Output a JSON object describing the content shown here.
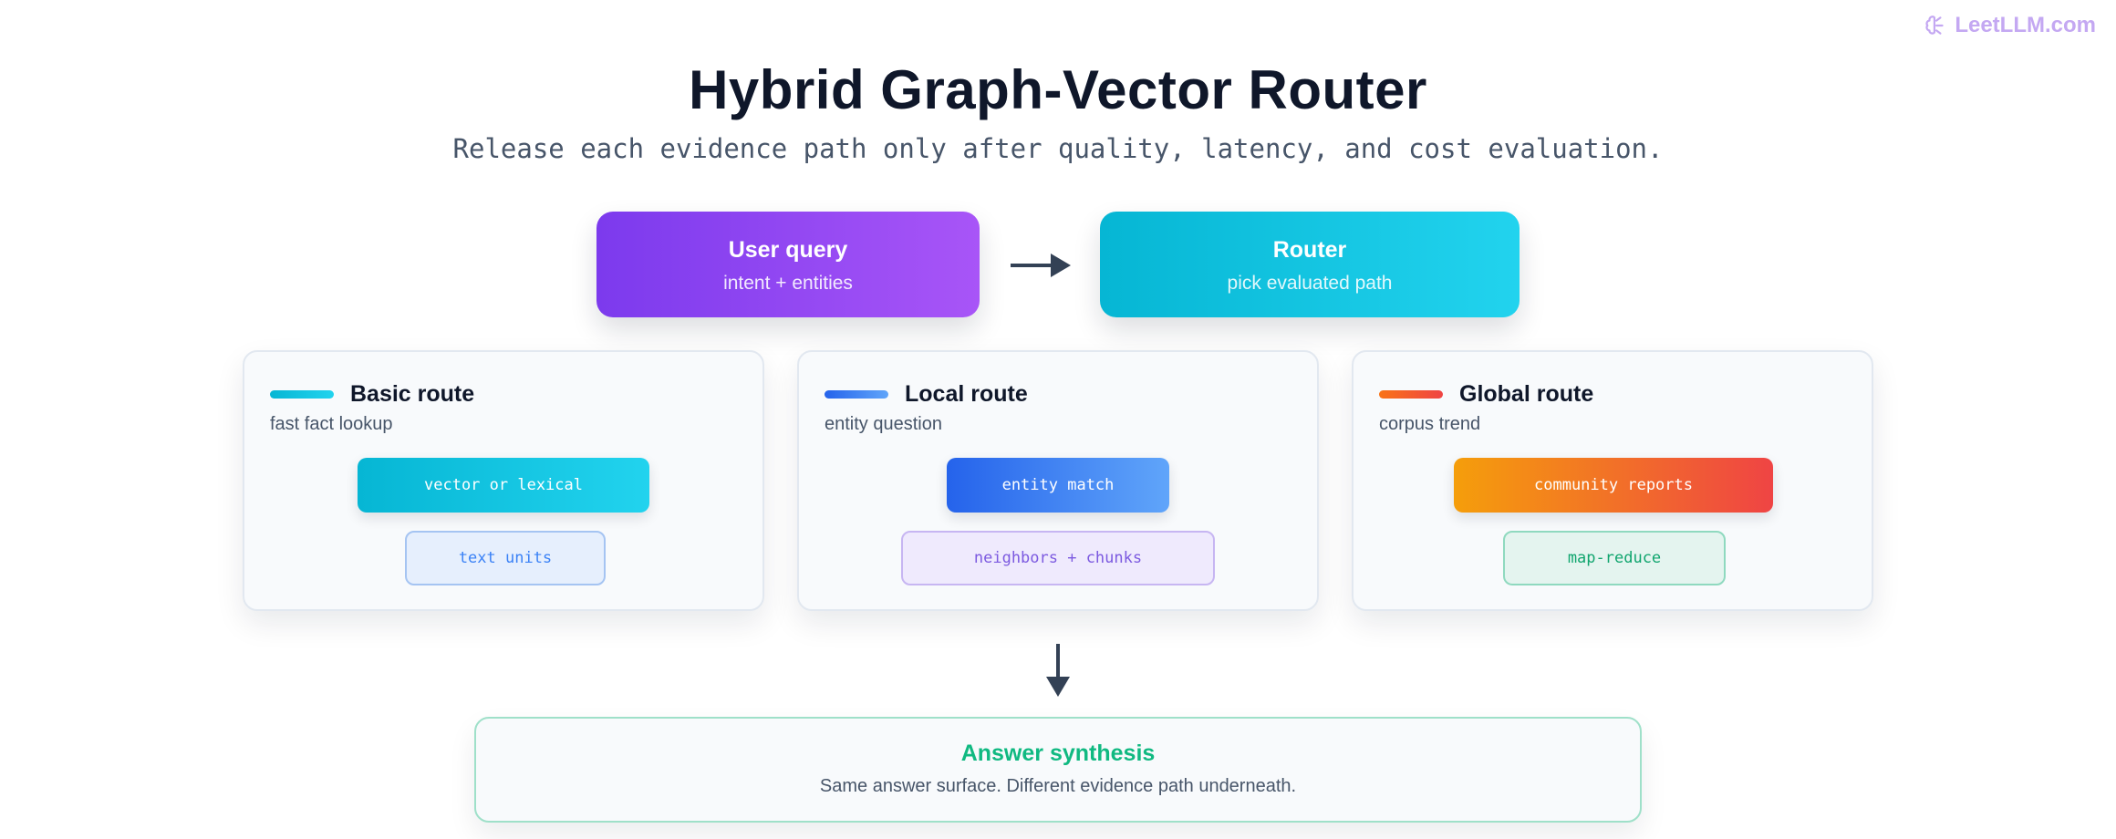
{
  "brand": {
    "label": "LeetLLM.com",
    "icon": "brain-icon",
    "color": "#c4a8f2"
  },
  "header": {
    "title": "Hybrid Graph-Vector Router",
    "subtitle": "Release each evidence path only after quality, latency, and cost evaluation."
  },
  "flow": {
    "query": {
      "title": "User query",
      "subtitle": "intent + entities"
    },
    "router": {
      "title": "Router",
      "subtitle": "pick evaluated path"
    }
  },
  "routes": [
    {
      "title": "Basic route",
      "description": "fast fact lookup",
      "step1": "vector or lexical",
      "step2": "text units",
      "accent": "#22d3ee"
    },
    {
      "title": "Local route",
      "description": "entity question",
      "step1": "entity match",
      "step2": "neighbors + chunks",
      "accent": "#3b82f6"
    },
    {
      "title": "Global route",
      "description": "corpus trend",
      "step1": "community reports",
      "step2": "map-reduce",
      "accent": "#f97316"
    }
  ],
  "answer": {
    "title": "Answer synthesis",
    "subtitle": "Same answer surface. Different evidence path underneath."
  },
  "colors": {
    "title": "#0f172a",
    "muted": "#475569",
    "arrow": "#334155",
    "answer_green": "#10b981"
  }
}
